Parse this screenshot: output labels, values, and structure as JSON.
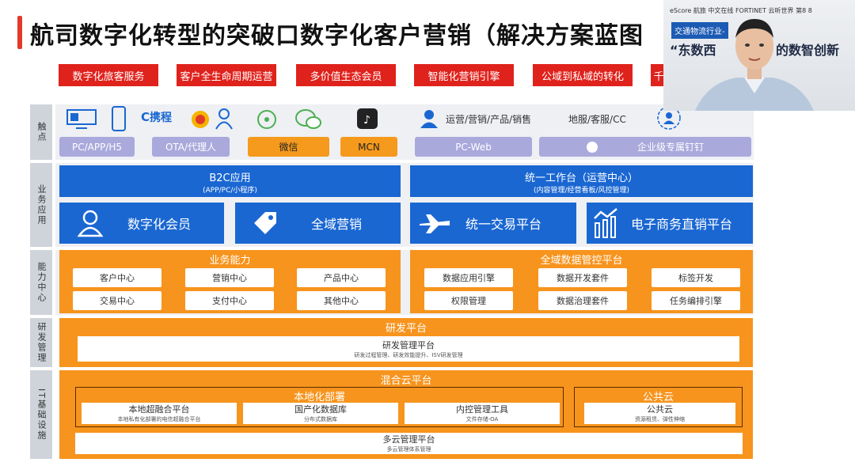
{
  "title": "航司数字化转型的突破口数字化客户营销（解决方案蓝图",
  "red_tags": [
    "数字化旅客服务",
    "客户全生命周期运营",
    "多价值生态会员",
    "智能化营销引擎",
    "公域到私域的转化",
    "千"
  ],
  "row_labels": {
    "touch": "触点",
    "biz": "业务应用",
    "capability": "能力中心",
    "rnd": "研发管理",
    "infra": "IT基础设施"
  },
  "touch": {
    "ctrip_text": "携程",
    "ops_text": "运营/营销/产品/销售",
    "service_text": "地服/客服/CC",
    "chips": [
      "PC/APP/H5",
      "OTA/代理人",
      "微信",
      "MCN",
      "PC-Web",
      "企业级专属钉钉"
    ]
  },
  "biz": {
    "b2c_title": "B2C应用",
    "b2c_sub": "(APP/PC/小程序)",
    "workbench_title": "统一工作台（运营中心）",
    "workbench_sub": "(内容管理/经营看板/风控管理)",
    "tiles": [
      "数字化会员",
      "全域营销",
      "统一交易平台",
      "电子商务直销平台"
    ]
  },
  "capability": {
    "left_title": "业务能力",
    "left_items": [
      "客户中心",
      "营销中心",
      "产品中心",
      "交易中心",
      "支付中心",
      "其他中心"
    ],
    "right_title": "全域数据管控平台",
    "right_items": [
      "数据应用引擎",
      "数据开发套件",
      "标签开发",
      "权限管理",
      "数据治理套件",
      "任务编排引擎"
    ]
  },
  "rnd": {
    "title": "研发平台",
    "box_title": "研发管理平台",
    "box_sub": "研发过程管理、研发效能提升、ISV研发管理"
  },
  "infra": {
    "title": "混合云平台",
    "local_title": "本地化部署",
    "public_title": "公共云",
    "local_items": [
      {
        "name": "本地超融合平台",
        "sub": "本地私有化部署的电信超融合平台"
      },
      {
        "name": "国产化数据库",
        "sub": "分布式数据库"
      },
      {
        "name": "内控管理工具",
        "sub": "文件存储-OA"
      }
    ],
    "public_item": {
      "name": "公共云",
      "sub": "资源租赁、弹性伸缩"
    },
    "multi_title": "多云管理平台",
    "multi_sub": "多云管理体系管理"
  },
  "video": {
    "logos": "eScore 航旅 中文在线 FORTINET 云听世界 第8 8",
    "tag": "交通物流行业-",
    "quote": "“东数西",
    "quote_tail": "的数智创新"
  },
  "colors": {
    "red": "#e0221c",
    "blue": "#1a67d2",
    "orange": "#f7941d",
    "purple": "#a9a9dc"
  }
}
